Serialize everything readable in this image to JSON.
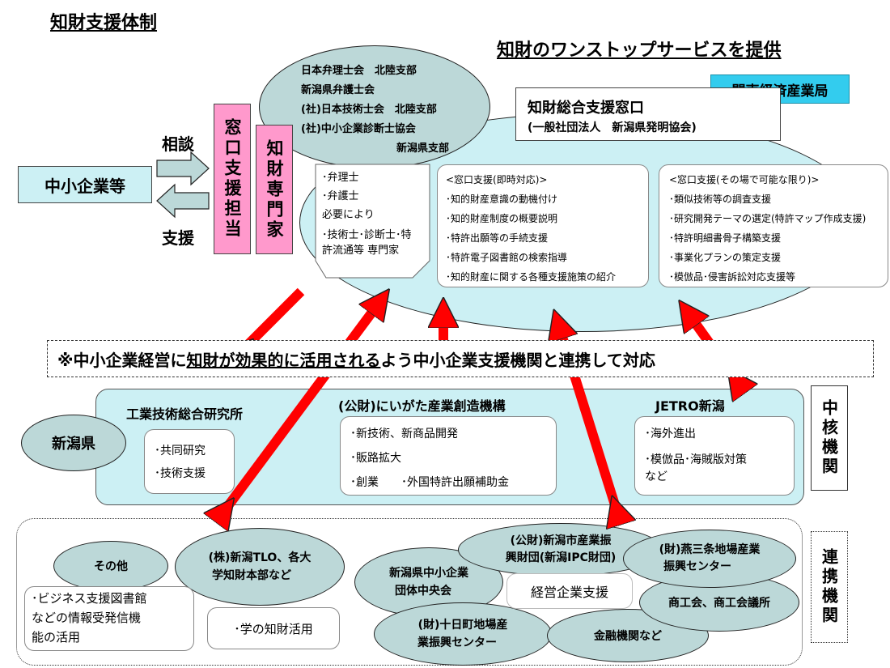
{
  "title": "知財支援体制",
  "subtitle": "知財のワンストップサービスを提供",
  "sme": "中小企業等",
  "consult": "相談",
  "support": "支援",
  "window_staff": "窓口支援担当",
  "ip_expert": "知財専門家",
  "professional_assoc": {
    "lines": [
      "日本弁理士会　北陸支部",
      "新潟県弁護士会",
      "(社)日本技術士会　北陸支部",
      "(社)中小企業診断士協会"
    ],
    "last": "新潟県支部"
  },
  "experts_box": {
    "lines": [
      "･弁理士",
      "･弁護士",
      "必要により",
      "･技術士･診断士･特",
      "許流通等 専門家"
    ]
  },
  "kanto": "関東経済産業局",
  "center_title": "知財総合支援窓口",
  "center_sub": "(一般社団法人　新潟県発明協会)",
  "immediate": {
    "header": "<窓口支援(即時対応)>",
    "items": [
      "･知的財産意識の動機付け",
      "･知的財産制度の概要説明",
      "･特許出願等の手続支援",
      "･特許電子図書館の検索指導",
      "･知的財産に関する各種支援施策の紹介"
    ]
  },
  "onsite": {
    "header": "<窓口支援(その場で可能な限り)>",
    "items": [
      "･類似技術等の調査支援",
      "･研究開発テーマの選定(特許マップ作成支援)",
      "･特許明細書骨子構築支援",
      "･事業化プランの策定支援",
      "･模倣品･侵害訴訟対応支援等"
    ]
  },
  "banner": {
    "p1": "※中小企業経営に",
    "p2": "知財が効果的に活用される",
    "p3": "よう中小企業支援機関と連携して対応"
  },
  "core_label": "中核機関",
  "niigata_pref": "新潟県",
  "iri": {
    "title": "工業技術総合研究所",
    "items": [
      "･共同研究",
      "･技術支援"
    ]
  },
  "nico": {
    "title": "(公財)にいがた産業創造機構",
    "items": [
      "･新技術、新商品開発",
      "･販路拡大",
      "･創業　　･外国特許出願補助金"
    ]
  },
  "jetro": {
    "title": "JETRO新潟",
    "items": [
      "･海外進出",
      "･模倣品･海賊版対策",
      "など"
    ]
  },
  "partner_label": "連携機関",
  "partners": {
    "other": "その他",
    "tlo": [
      "(株)新潟TLO、各大",
      "学知財本部など"
    ],
    "library": [
      "･ビジネス支援図書館",
      "などの情報受発信機",
      "能の活用"
    ],
    "univ": "･学の知財活用",
    "ipc": [
      "(公財)新潟市産業振",
      "興財団(新潟IPC財団)"
    ],
    "chuokai": [
      "新潟県中小企業",
      "団体中央会"
    ],
    "keiei": "経営企業支援",
    "tsubame": [
      "(財)燕三条地場産業",
      "振興センター"
    ],
    "shokokai": "商工会、商工会議所",
    "tokamachi": [
      "(財)十日町地場産",
      "業振興センター"
    ],
    "kinyu": "金融機関など"
  },
  "colors": {
    "arrow": "#ff0000",
    "pink": "#ff99cc",
    "teal": "#bcd8d8",
    "lightblue": "#ccf0f4",
    "kanto": "#33ccee"
  }
}
